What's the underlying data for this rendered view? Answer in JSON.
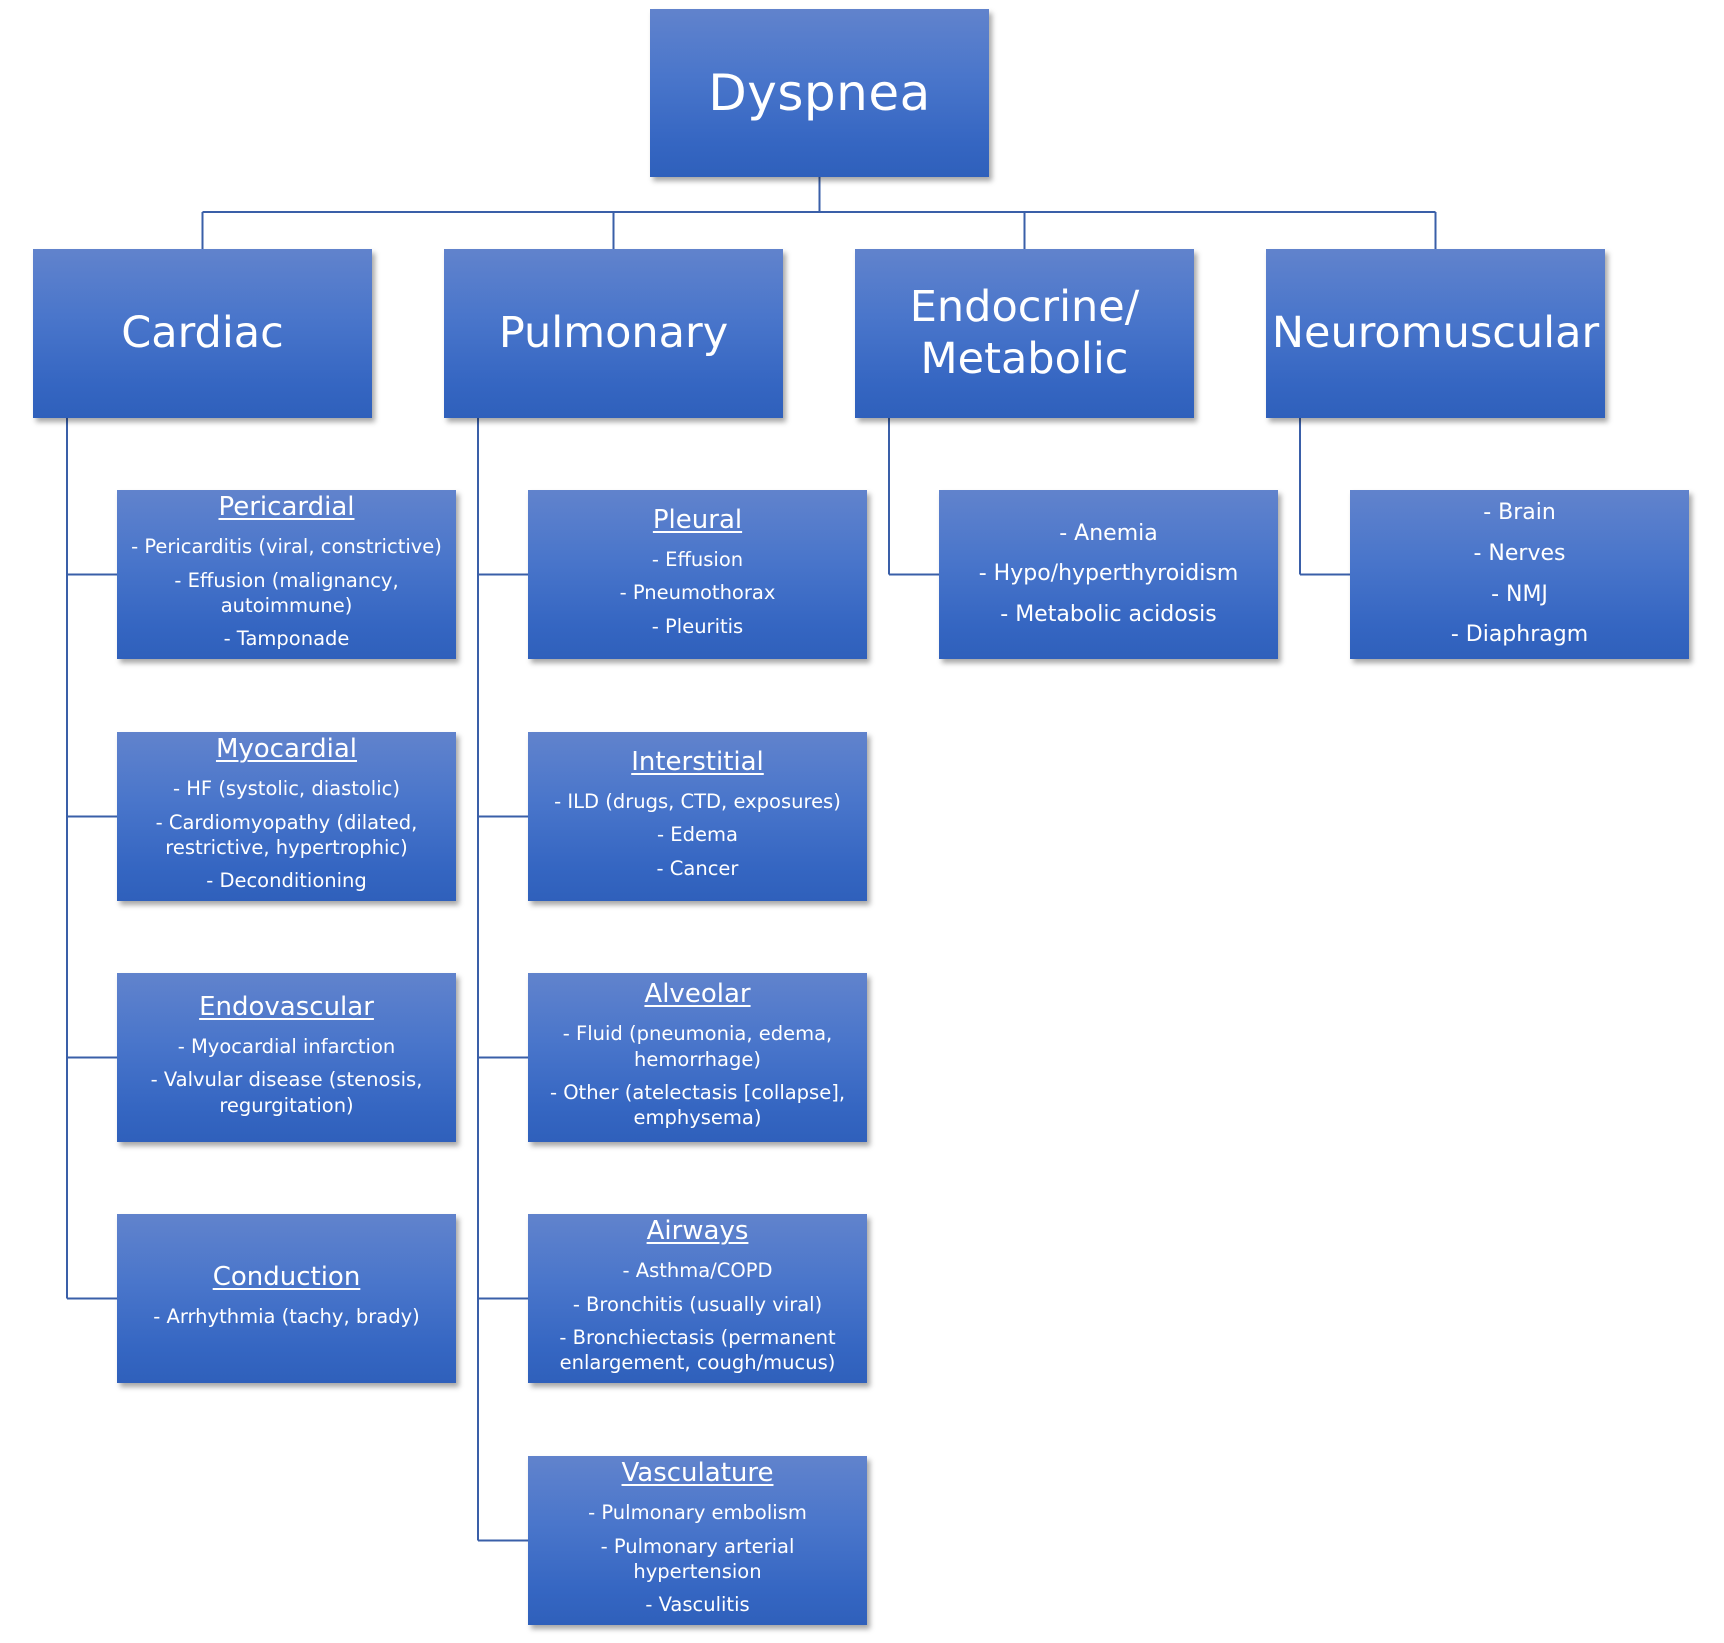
{
  "root": {
    "label": "Dyspnea"
  },
  "colors": {
    "box_top": "#6183cc",
    "box_bottom": "#2f60bb",
    "connector": "#3a5fa8",
    "text": "#ffffff"
  },
  "categories": [
    {
      "label": "Cardiac",
      "children": [
        {
          "heading": "Pericardial",
          "items": [
            "- Pericarditis (viral, constrictive)",
            "- Effusion (malignancy, autoimmune)",
            "- Tamponade"
          ]
        },
        {
          "heading": "Myocardial",
          "items": [
            "- HF (systolic, diastolic)",
            "- Cardiomyopathy (dilated, restrictive, hypertrophic)",
            "- Deconditioning"
          ]
        },
        {
          "heading": "Endovascular",
          "items": [
            "- Myocardial infarction",
            "- Valvular disease (stenosis, regurgitation)"
          ]
        },
        {
          "heading": "Conduction",
          "items": [
            "- Arrhythmia (tachy, brady)"
          ]
        }
      ]
    },
    {
      "label": "Pulmonary",
      "children": [
        {
          "heading": "Pleural",
          "items": [
            "- Effusion",
            "- Pneumothorax",
            "- Pleuritis"
          ]
        },
        {
          "heading": "Interstitial",
          "items": [
            "- ILD (drugs, CTD, exposures)",
            "- Edema",
            "- Cancer"
          ]
        },
        {
          "heading": "Alveolar",
          "items": [
            "- Fluid (pneumonia, edema, hemorrhage)",
            "- Other (atelectasis [collapse], emphysema)"
          ]
        },
        {
          "heading": "Airways",
          "items": [
            "- Asthma/COPD",
            "- Bronchitis (usually viral)",
            "- Bronchiectasis (permanent enlargement, cough/mucus)"
          ]
        },
        {
          "heading": "Vasculature",
          "items": [
            "- Pulmonary embolism",
            "- Pulmonary arterial hypertension",
            "- Vasculitis"
          ]
        }
      ]
    },
    {
      "label_lines": [
        "Endocrine/",
        "Metabolic"
      ],
      "children": [
        {
          "heading": "",
          "items": [
            "- Anemia",
            "- Hypo/hyperthyroidism",
            "- Metabolic acidosis"
          ]
        }
      ]
    },
    {
      "label": "Neuromuscular",
      "children": [
        {
          "heading": "",
          "items": [
            "- Brain",
            "- Nerves",
            "- NMJ",
            "- Diaphragm"
          ]
        }
      ]
    }
  ]
}
